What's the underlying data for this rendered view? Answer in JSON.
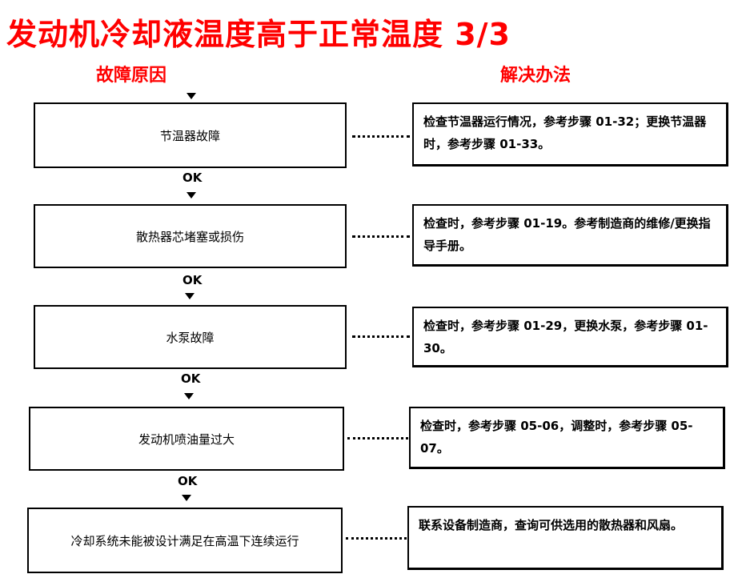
{
  "title": "发动机冷却液温度高于正常温度 3/3",
  "headers": {
    "cause": "故障原因",
    "fix": "解决办法"
  },
  "ok_label": "OK",
  "steps": [
    {
      "cause": "节温器故障",
      "fix": "检查节温器运行情况，参考步骤 01-32；更换节温器时，参考步骤 01-33。"
    },
    {
      "cause": "散热器芯堵塞或损伤",
      "fix": "检查时，参考步骤 01-19。参考制造商的维修/更换指导手册。"
    },
    {
      "cause": "水泵故障",
      "fix": "检查时，参考步骤 01-29，更换水泵，参考步骤 01-30。"
    },
    {
      "cause": "发动机喷油量过大",
      "fix": "检查时，参考步骤 05-06，调整时，参考步骤 05-07。"
    },
    {
      "cause": "冷却系统未能被设计满足在高温下连续运行",
      "fix": "联系设备制造商，查询可供选用的散热器和风扇。"
    }
  ]
}
